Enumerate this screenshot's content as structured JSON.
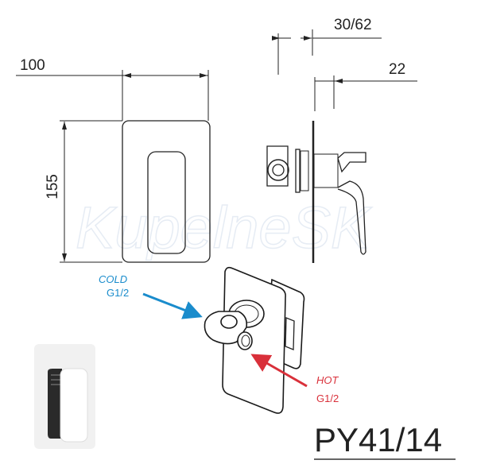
{
  "dimensions": {
    "width": "100",
    "height": "155",
    "depth_range": "30/62",
    "handle_depth": "22"
  },
  "labels": {
    "cold": {
      "title": "COLD",
      "thread": "G1/2",
      "color": "#1a8ccc"
    },
    "hot": {
      "title": "HOT",
      "thread": "G1/2",
      "color": "#d9303a"
    }
  },
  "watermark": "KupelneSK",
  "model_code": "PY41/14"
}
